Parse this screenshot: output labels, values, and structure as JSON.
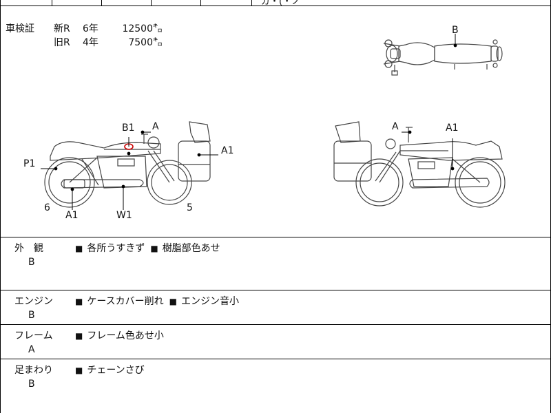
{
  "header": {
    "cut_text": "ガ・(・ノ"
  },
  "inspection": {
    "label": "車検証",
    "rows": [
      {
        "type": "新R",
        "years": "6年",
        "price": "12500㌔"
      },
      {
        "type": "旧R",
        "years": "4年",
        "price": "7500㌔"
      }
    ]
  },
  "diagram_labels": {
    "top_view": "B",
    "left_b1": "B1",
    "left_a_top": "A",
    "left_a1_case": "A1",
    "left_p1": "P1",
    "left_6": "6",
    "left_a1_bottom": "A1",
    "left_w1": "W1",
    "left_5": "5",
    "right_a": "A",
    "right_a1": "A1"
  },
  "conditions": [
    {
      "category": "外　観",
      "grade": "B",
      "notes": [
        "各所うすきず",
        "樹脂部色あせ"
      ]
    },
    {
      "category": "エンジン",
      "grade": "B",
      "notes": [
        "ケースカバー削れ",
        "エンジン音小"
      ]
    },
    {
      "category": "フレーム",
      "grade": "A",
      "notes": [
        "フレーム色あせ小"
      ]
    },
    {
      "category": "足まわり",
      "grade": "B",
      "notes": [
        "チェーンさび"
      ]
    }
  ]
}
